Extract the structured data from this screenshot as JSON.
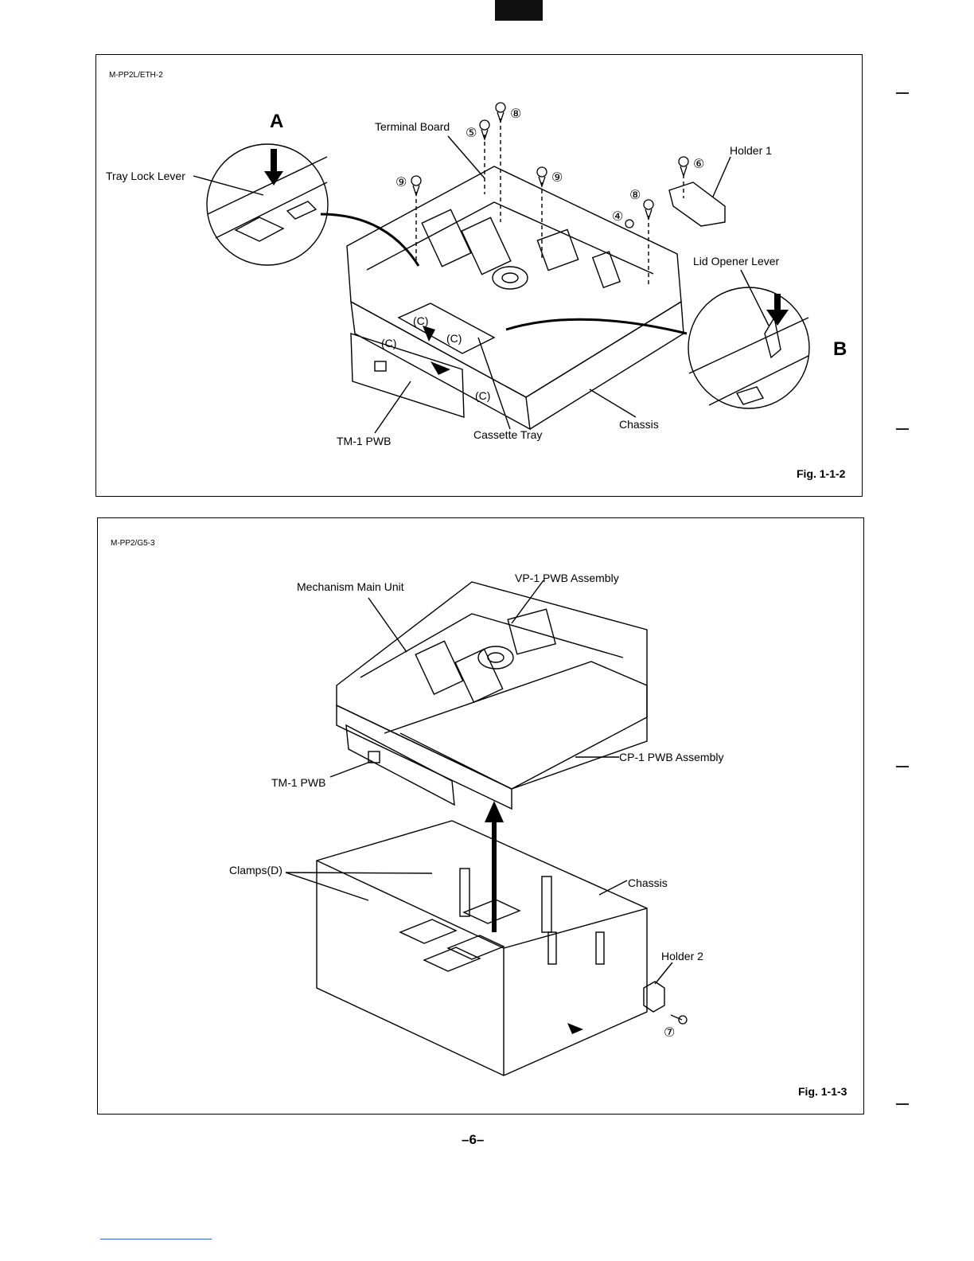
{
  "figure1": {
    "code": "M-PP2L/ETH-2",
    "caption": "Fig. 1-1-2",
    "callout_A": "A",
    "callout_B": "B",
    "labels": {
      "tray_lock_lever": "Tray Lock Lever",
      "terminal_board": "Terminal Board",
      "holder1": "Holder 1",
      "lid_opener_lever": "Lid Opener Lever",
      "chassis": "Chassis",
      "cassette_tray": "Cassette Tray",
      "tm1_pwb": "TM-1 PWB",
      "c": "(C)"
    },
    "screws": {
      "s4": "④",
      "s5": "⑤",
      "s6": "⑥",
      "s8": "⑧",
      "s9": "⑨"
    }
  },
  "figure2": {
    "code": "M-PP2/G5-3",
    "caption": "Fig. 1-1-3",
    "labels": {
      "mechanism_main_unit": "Mechanism Main Unit",
      "vp1_pwb": "VP-1 PWB Assembly",
      "cp1_pwb": "CP-1 PWB Assembly",
      "tm1_pwb": "TM-1 PWB",
      "clamps": "Clamps(D)",
      "chassis": "Chassis",
      "holder2": "Holder 2"
    },
    "screws": {
      "s7": "⑦"
    }
  },
  "page_number": "–6–"
}
